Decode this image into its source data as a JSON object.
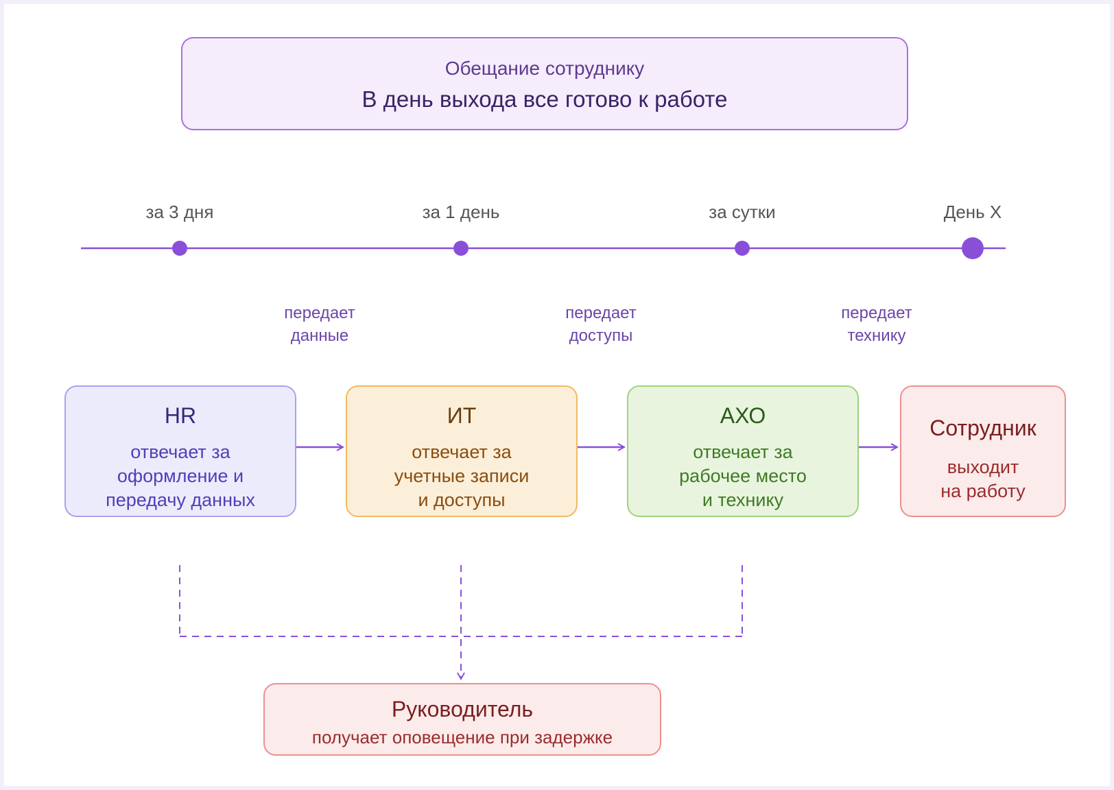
{
  "promise": {
    "label": "Обещание сотруднику",
    "text": "В день выхода все готово к работе"
  },
  "timeline": {
    "points": [
      {
        "label": "за 3 дня"
      },
      {
        "label": "за 1 день"
      },
      {
        "label": "за сутки"
      },
      {
        "label": "День Х"
      }
    ],
    "handoffs": [
      {
        "line1": "передает",
        "line2": "данные"
      },
      {
        "line1": "передает",
        "line2": "доступы"
      },
      {
        "line1": "передает",
        "line2": "технику"
      }
    ]
  },
  "boxes": {
    "hr": {
      "title": "HR",
      "lines": [
        "отвечает за",
        "оформление и",
        "передачу данных"
      ]
    },
    "it": {
      "title": "ИТ",
      "lines": [
        "отвечает за",
        "учетные записи",
        "и доступы"
      ]
    },
    "axo": {
      "title": "АХО",
      "lines": [
        "отвечает за",
        "рабочее место",
        "и технику"
      ]
    },
    "employee": {
      "title": "Сотрудник",
      "lines": [
        "выходит",
        "на работу"
      ]
    }
  },
  "manager": {
    "title": "Руководитель",
    "desc": "получает оповещение при задержке"
  },
  "colors": {
    "accent": "#7d3fd6",
    "accent_light": "#a96ee0"
  }
}
